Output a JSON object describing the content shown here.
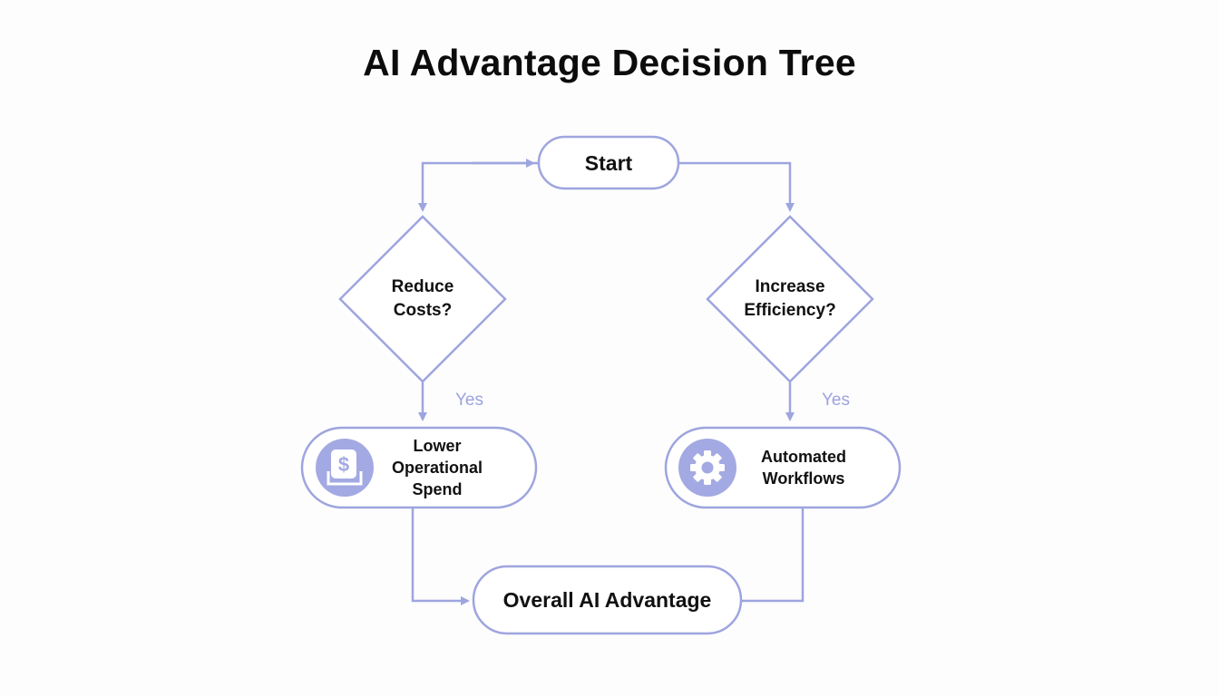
{
  "title": "AI Advantage Decision Tree",
  "colors": {
    "stroke": "#9ea5de",
    "icon_fill": "#a3a9e2",
    "text": "#111111",
    "yes_label": "#9ba3dc",
    "background": "#fdfdfe"
  },
  "nodes": {
    "start": {
      "label": "Start",
      "shape": "terminal"
    },
    "decision_left": {
      "label_lines": [
        "Reduce",
        "Costs?"
      ],
      "shape": "diamond"
    },
    "decision_right": {
      "label_lines": [
        "Increase",
        "Efficiency?"
      ],
      "shape": "diamond"
    },
    "outcome_left": {
      "label_lines": [
        "Lower",
        "Operational",
        "Spend"
      ],
      "icon": "dollar-document-icon",
      "shape": "rounded"
    },
    "outcome_right": {
      "label_lines": [
        "Automated",
        "Workflows"
      ],
      "icon": "gear-icon",
      "shape": "rounded"
    },
    "final": {
      "label": "Overall AI Advantage",
      "shape": "terminal"
    }
  },
  "edges": [
    {
      "from": "start",
      "to": "decision_left",
      "label": ""
    },
    {
      "from": "start",
      "to": "decision_right",
      "label": ""
    },
    {
      "from": "decision_left",
      "to": "outcome_left",
      "label": "Yes"
    },
    {
      "from": "decision_right",
      "to": "outcome_right",
      "label": "Yes"
    },
    {
      "from": "outcome_left",
      "to": "final",
      "label": ""
    },
    {
      "from": "outcome_right",
      "to": "final",
      "label": ""
    }
  ]
}
